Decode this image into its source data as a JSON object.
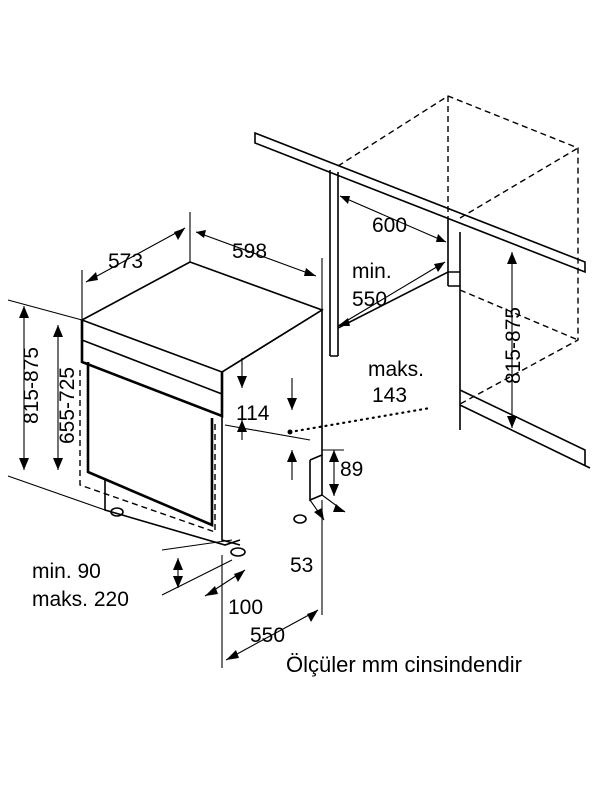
{
  "labels": {
    "depth_top": "573",
    "width_top": "598",
    "niche_width": "600",
    "niche_depth_prefix": "min.",
    "niche_depth_value": "550",
    "niche_height": "815-875",
    "vent_prefix": "maks.",
    "vent_value": "143",
    "panel_height": "114",
    "plinth_height": "89",
    "plinth_depth": "53",
    "foot_distance": "100",
    "base_depth": "550",
    "total_height": "815-875",
    "body_height": "655-725",
    "plinth_min": "min. 90",
    "plinth_max": "maks. 220"
  },
  "caption": "Ölçüler mm cinsindendir"
}
